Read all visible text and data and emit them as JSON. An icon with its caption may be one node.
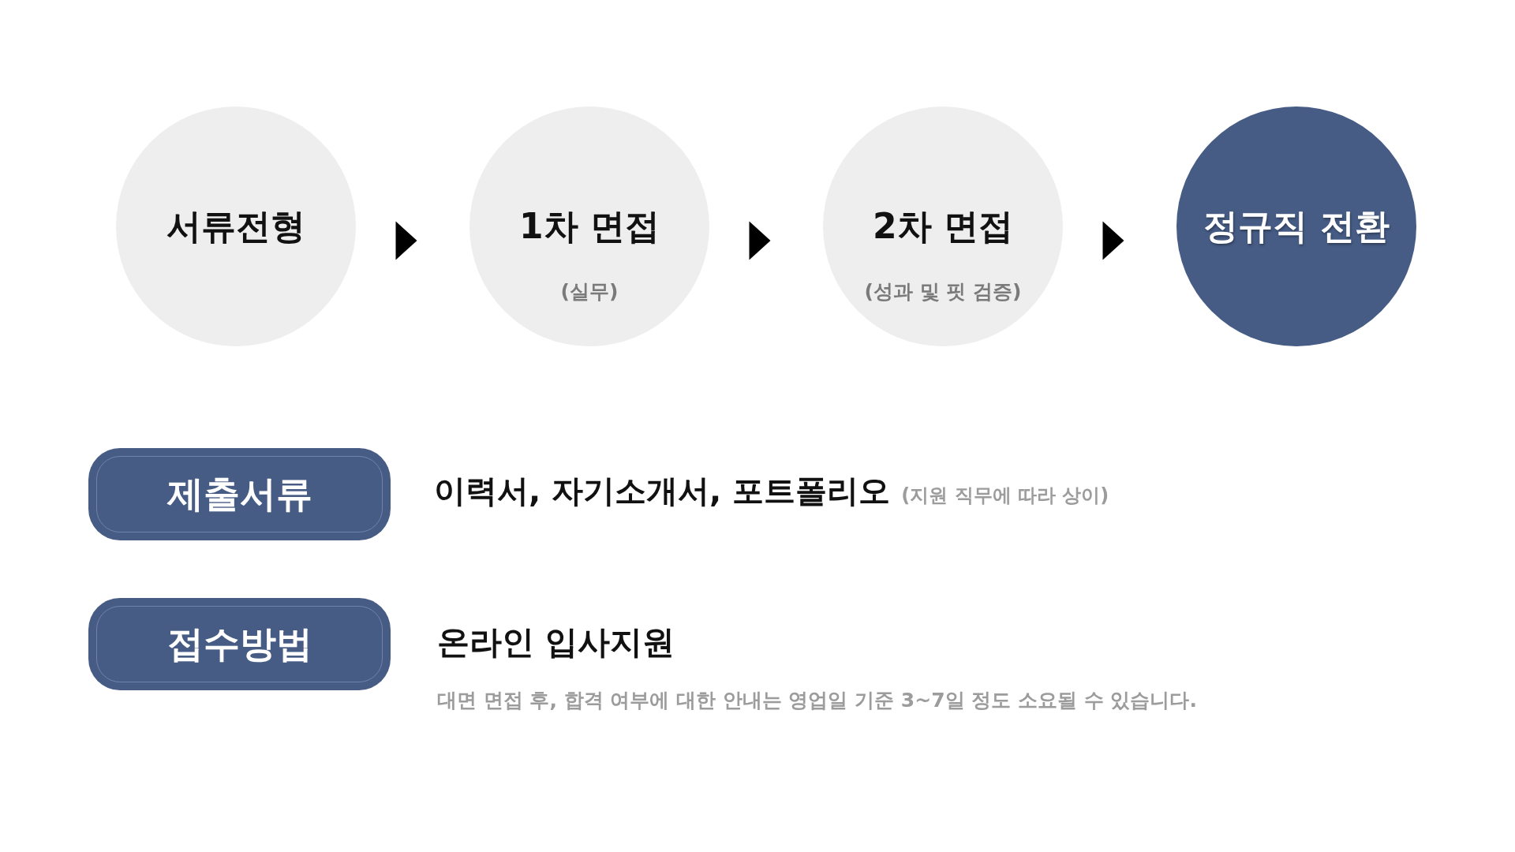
{
  "diagram": {
    "nodes": [
      {
        "text": [
          "서류전형"
        ]
      },
      {
        "text": [
          "1차 면접",
          "(실무)"
        ]
      },
      {
        "text": [
          "2차 면접",
          "(성과 및 핏 검증)"
        ]
      },
      {
        "text": [
          "정규직 전환"
        ]
      },
      {
        "text": [
          "제출서류"
        ],
        "beside": [
          "이력서, 자기소개서, 포트폴리오",
          "(지원 직무에 따라 상이)"
        ]
      },
      {
        "text": [
          "접수방법"
        ],
        "beside": [
          "온라인 입사지원",
          "대면 면접 후, 합격 여부에 대한 안내는 영업일 기준 3~7일 정도 소요될 수 있습니다."
        ]
      }
    ],
    "edges": [
      {
        "from": 0,
        "to": 1,
        "arrow": "to"
      },
      {
        "from": 1,
        "to": 2,
        "arrow": "to"
      },
      {
        "from": 2,
        "to": 3,
        "arrow": "to"
      }
    ]
  }
}
